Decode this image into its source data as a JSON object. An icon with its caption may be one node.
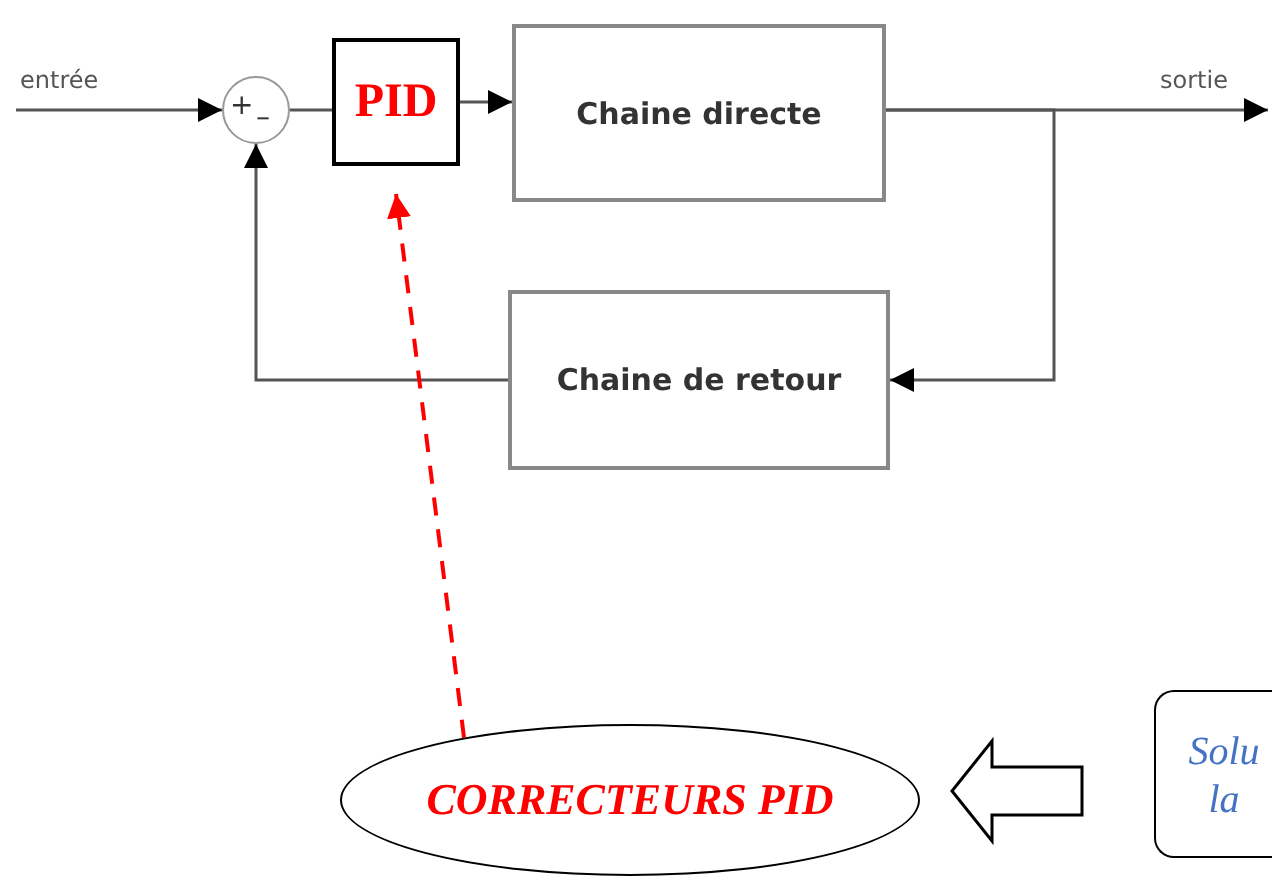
{
  "diagram": {
    "nodes": [
      {
        "text": [
          "+",
          "–"
        ]
      },
      {
        "text": [
          "PID"
        ]
      },
      {
        "text": [
          "Chaine directe"
        ]
      },
      {
        "text": [
          "Chaine de retour"
        ]
      },
      {
        "text": [
          "CORRECTEURS PID"
        ]
      },
      {
        "text": [
          "Solu la"
        ]
      }
    ],
    "edges": [
      {
        "from": null,
        "to": 0,
        "arrow": "to",
        "label": "entrée"
      },
      {
        "from": 0,
        "to": 1,
        "arrow": "none"
      },
      {
        "from": 1,
        "to": 2,
        "arrow": "to"
      },
      {
        "from": 2,
        "to": null,
        "arrow": "to",
        "label": "sortie"
      },
      {
        "from": 2,
        "to": 3,
        "arrow": "to"
      },
      {
        "from": 3,
        "to": 0,
        "arrow": "to"
      },
      {
        "from": 4,
        "to": 1,
        "arrow": "to",
        "style": "dashed",
        "color": "#ff0000"
      },
      {
        "from": 5,
        "to": 4,
        "arrow": "to",
        "style": "thick"
      }
    ]
  }
}
